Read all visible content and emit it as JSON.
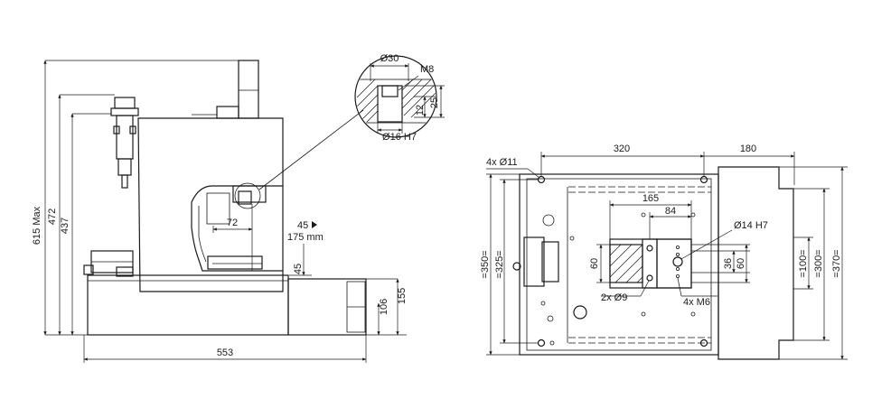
{
  "side_view": {
    "height_max": "615 Max",
    "height_472": "472",
    "height_437": "437",
    "depth_72": "72",
    "stroke_label": "45",
    "stroke_range": "175 mm",
    "dim_45": "45",
    "dim_106": "106",
    "dim_155": "155",
    "width_553": "553"
  },
  "detail": {
    "dia_30": "Ø30",
    "thread_m8": "M8",
    "dim_12": "12",
    "dim_25": "25",
    "dia_16_h7": "Ø16 H7"
  },
  "top_view": {
    "holes_4x11": "4x Ø11",
    "width_320": "320",
    "width_180": "180",
    "width_165": "165",
    "width_84": "84",
    "dia_14_h7": "Ø14 H7",
    "dim_60_left": "60",
    "dim_36": "36",
    "dim_60_right": "60",
    "holes_2x9": "2x Ø9",
    "threads_4xm6": "4x M6",
    "height_350": "=350=",
    "height_325": "=325=",
    "height_100": "=100=",
    "height_300": "=300=",
    "height_370": "=370="
  }
}
